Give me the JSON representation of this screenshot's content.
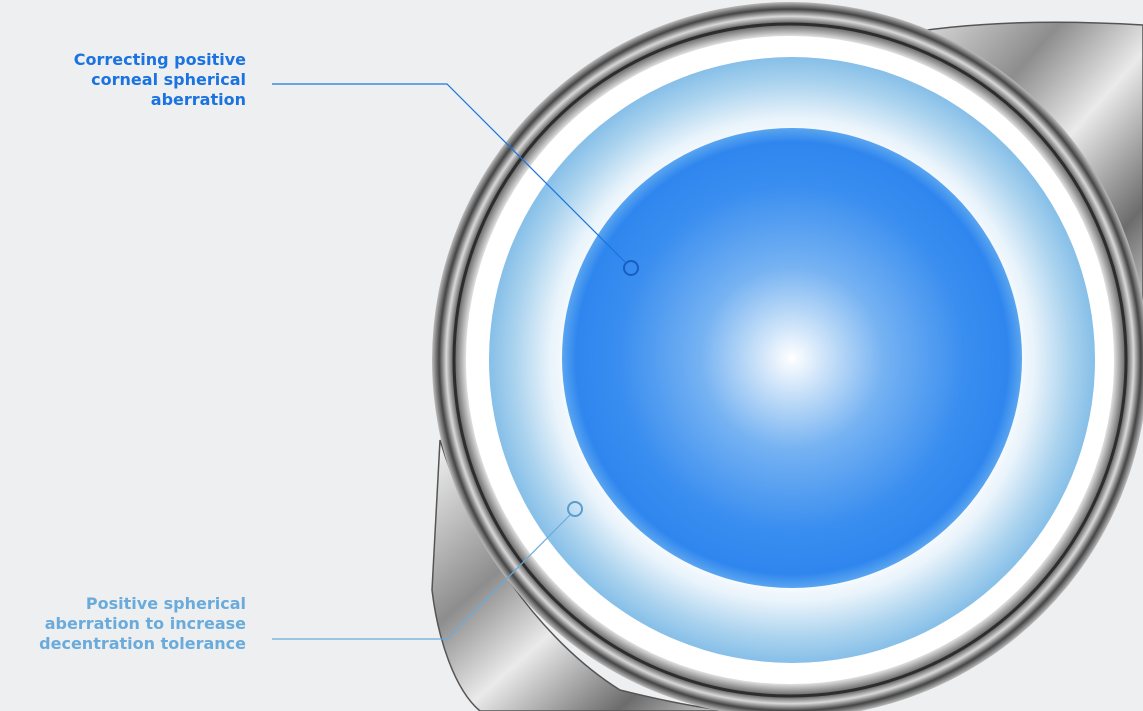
{
  "callouts": {
    "top": {
      "lines": [
        "Correcting positive",
        "corneal spherical",
        "aberration"
      ]
    },
    "bottom": {
      "lines": [
        "Positive spherical",
        "aberration to increase",
        "decentration tolerance"
      ]
    }
  },
  "colors": {
    "background": "#eeeff0",
    "top_callout": "#1a73e0",
    "bottom_callout": "#6aabdb",
    "lens_center_blue": "#3a8ef0",
    "lens_outer_blue": "#8cc3ea",
    "haptic_metal": "#9a9a9a"
  }
}
